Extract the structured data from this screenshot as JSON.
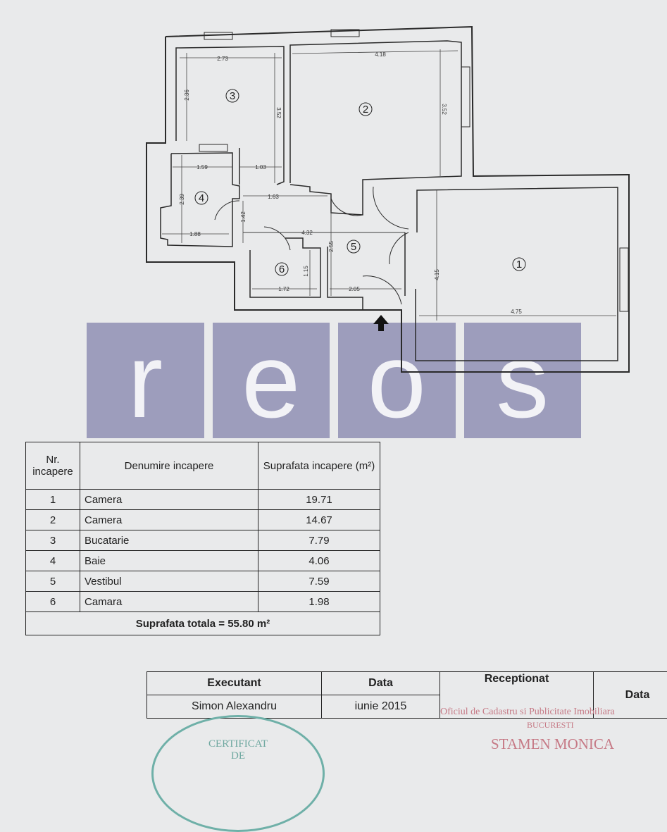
{
  "plan": {
    "rooms": [
      "1",
      "2",
      "3",
      "4",
      "5",
      "6"
    ],
    "dimensions": [
      "2.73",
      "4.18",
      "2.36",
      "3.52",
      "3.52",
      "1.59",
      "1.03",
      "2.39",
      "1.63",
      "1.42",
      "1.88",
      "4.32",
      "2.55",
      "1.15",
      "1.72",
      "2.05",
      "4.15",
      "4.75"
    ],
    "entrance_icon": "arrow-up-icon"
  },
  "watermark": {
    "letters": [
      "r",
      "e",
      "o",
      "s"
    ],
    "color": "#6e6ea0"
  },
  "room_table": {
    "headers": [
      "Nr. incapere",
      "Denumire incapere",
      "Suprafata incapere (m²)"
    ],
    "rows": [
      {
        "nr": "1",
        "name": "Camera",
        "area": "19.71"
      },
      {
        "nr": "2",
        "name": "Camera",
        "area": "14.67"
      },
      {
        "nr": "3",
        "name": "Bucatarie",
        "area": "7.79"
      },
      {
        "nr": "4",
        "name": "Baie",
        "area": "4.06"
      },
      {
        "nr": "5",
        "name": "Vestibul",
        "area": "7.59"
      },
      {
        "nr": "6",
        "name": "Camara",
        "area": "1.98"
      }
    ],
    "total": "Suprafata totala = 55.80 m²"
  },
  "signature_table": {
    "headers": [
      "Executant",
      "Data",
      "Receptionat",
      "Data"
    ],
    "executant": "Simon Alexandru",
    "date": "iunie 2015",
    "office_stamp": "Oficiul de Cadastru si Publicitate Imobiliara",
    "city": "BUCURESTI",
    "receiver": "STAMEN MONICA"
  },
  "seal": {
    "text": "CERTIFICAT",
    "text2": "DE"
  }
}
